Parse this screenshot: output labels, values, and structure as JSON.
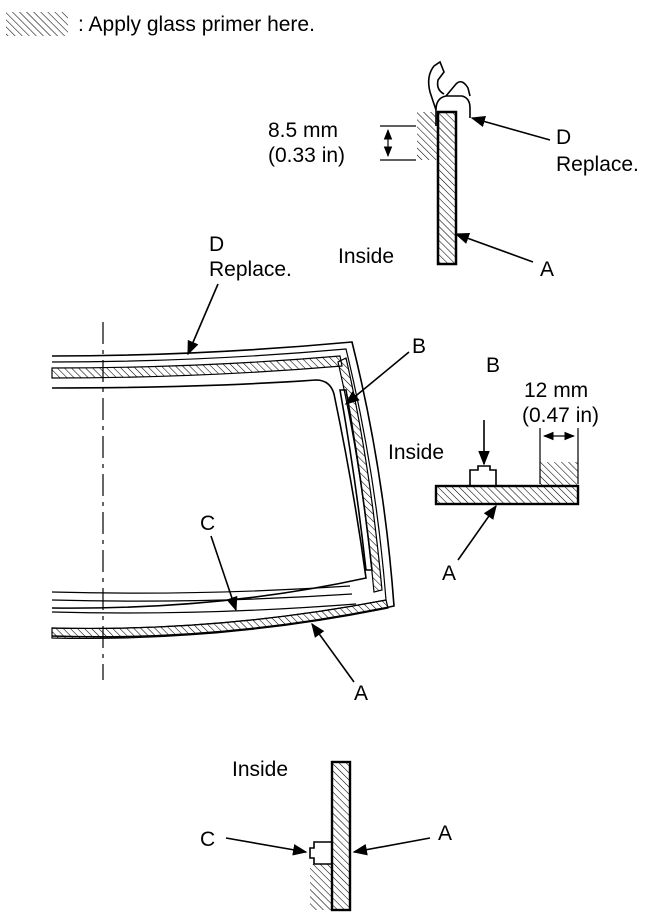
{
  "legend": {
    "text": ": Apply glass primer here."
  },
  "top_detail": {
    "dim_mm": "8.5 mm",
    "dim_in": "(0.33 in)",
    "inside": "Inside",
    "label_d": "D",
    "replace": "Replace.",
    "label_a": "A"
  },
  "main_view": {
    "label_d": "D",
    "replace": "Replace.",
    "label_b": "B",
    "label_c": "C",
    "label_a": "A"
  },
  "right_detail": {
    "label_b": "B",
    "dim_mm": "12 mm",
    "dim_in": "(0.47 in)",
    "inside": "Inside",
    "label_a": "A"
  },
  "bottom_detail": {
    "inside": "Inside",
    "label_c": "C",
    "label_a": "A"
  }
}
